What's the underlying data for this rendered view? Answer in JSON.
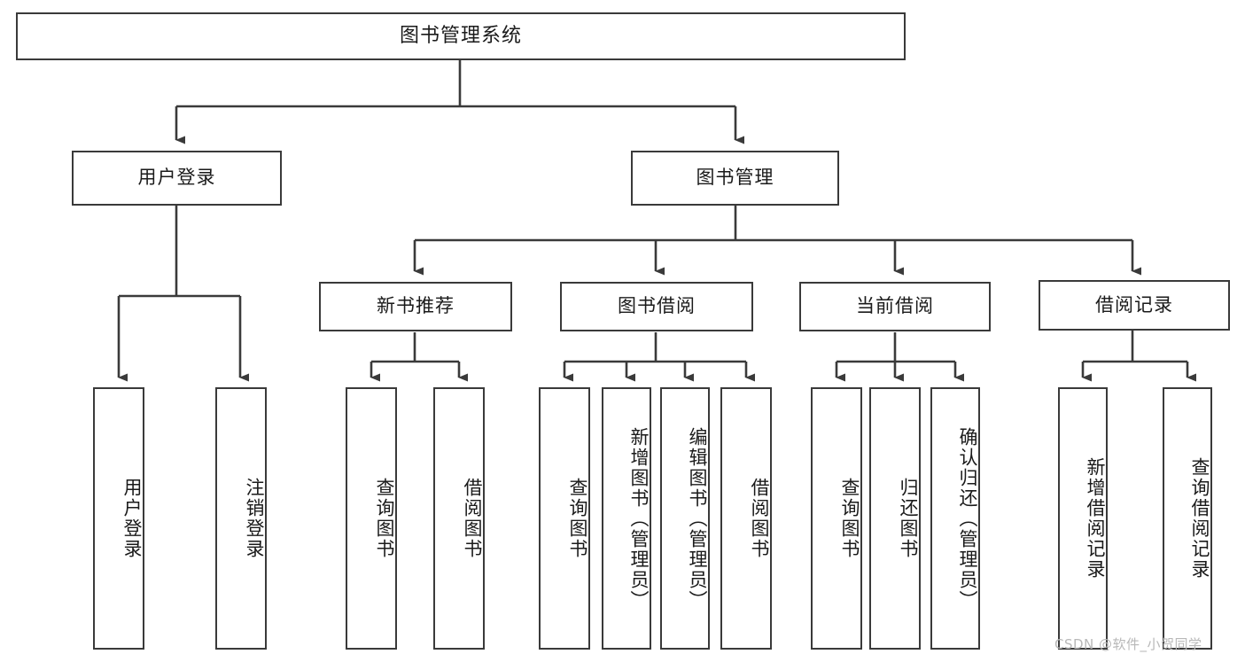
{
  "diagram": {
    "title": "图书管理系统",
    "type": "hierarchy-tree",
    "watermark": "CSDN @软件_小贺同学",
    "colors": {
      "stroke": "#3a3a3a",
      "fill": "#ffffff",
      "text": "#1a1a1a",
      "watermark": "#b8b8b8"
    },
    "nodes": {
      "root": {
        "label": "图书管理系统"
      },
      "level2": [
        {
          "id": "user-login",
          "label": "用户登录"
        },
        {
          "id": "book-management",
          "label": "图书管理"
        }
      ],
      "level3": [
        {
          "id": "new-book-recommend",
          "label": "新书推荐"
        },
        {
          "id": "book-borrow",
          "label": "图书借阅"
        },
        {
          "id": "current-borrow",
          "label": "当前借阅"
        },
        {
          "id": "borrow-record",
          "label": "借阅记录"
        }
      ],
      "leaves": {
        "user_login": [
          {
            "id": "leaf-user-login",
            "label": "用户登录"
          },
          {
            "id": "leaf-logout-login",
            "label": "注销登录"
          }
        ],
        "new_book_recommend": [
          {
            "id": "leaf-query-book-1",
            "label": "查询图书"
          },
          {
            "id": "leaf-borrow-book-1",
            "label": "借阅图书"
          }
        ],
        "book_borrow": [
          {
            "id": "leaf-query-book-2",
            "label": "查询图书"
          },
          {
            "id": "leaf-add-book",
            "label": "新增图书（管理员）"
          },
          {
            "id": "leaf-edit-book",
            "label": "编辑图书（管理员）"
          },
          {
            "id": "leaf-borrow-book-2",
            "label": "借阅图书"
          }
        ],
        "current_borrow": [
          {
            "id": "leaf-query-book-3",
            "label": "查询图书"
          },
          {
            "id": "leaf-return-book",
            "label": "归还图书"
          },
          {
            "id": "leaf-confirm-return",
            "label": "确认归还（管理员）"
          }
        ],
        "borrow_record": [
          {
            "id": "leaf-add-record",
            "label": "新增借阅记录"
          },
          {
            "id": "leaf-query-record",
            "label": "查询借阅记录"
          }
        ]
      }
    }
  }
}
